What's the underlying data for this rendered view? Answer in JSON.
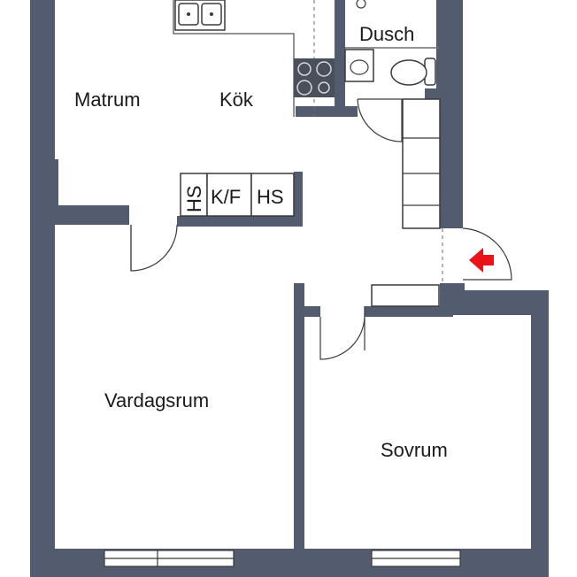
{
  "rooms": {
    "matrum": "Matrum",
    "kok": "Kök",
    "dusch": "Dusch",
    "vardagsrum": "Vardagsrum",
    "sovrum": "Sovrum"
  },
  "storage_units": {
    "hs_left": "HS",
    "kf": "K/F",
    "hs_right": "HS"
  },
  "icons": {
    "entrance": "entrance-arrow-icon"
  },
  "colors": {
    "wall": "#535b6e",
    "entrance_arrow": "#e8141a",
    "background": "#ffffff"
  }
}
